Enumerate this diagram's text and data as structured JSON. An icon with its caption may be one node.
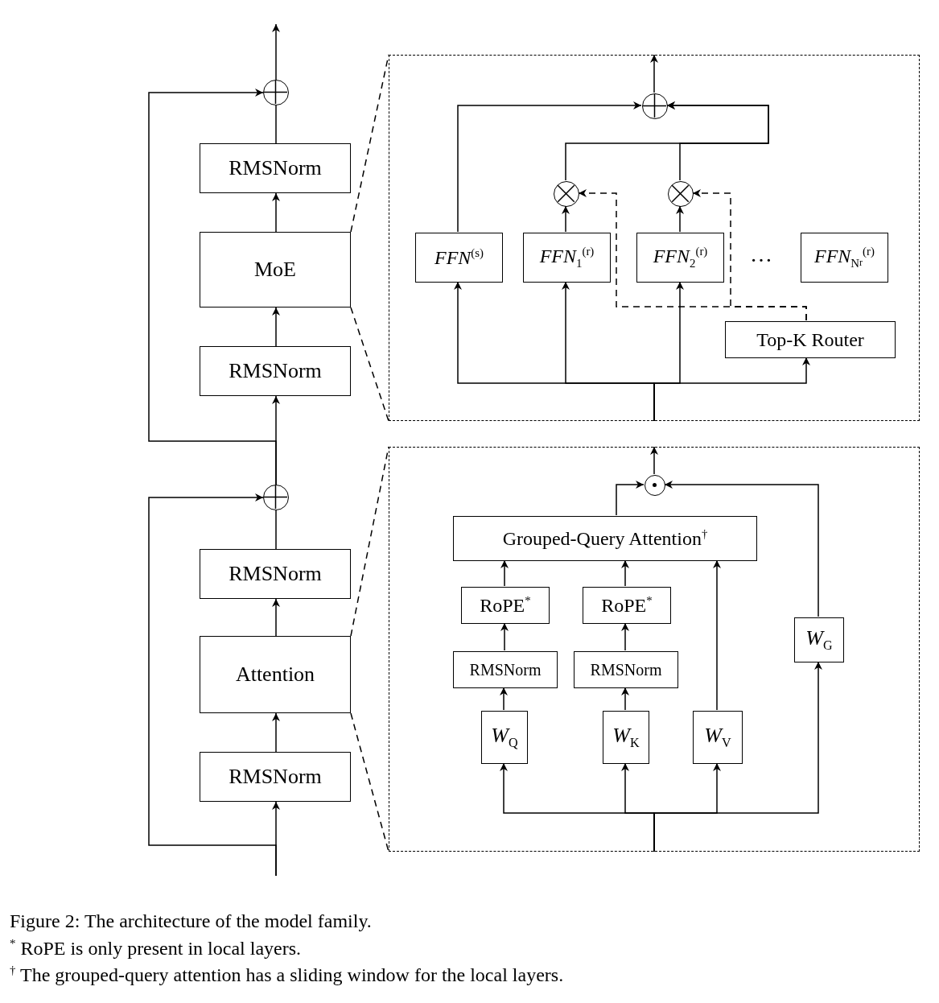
{
  "diagram": {
    "caption": "Figure 2: The architecture of the model family.",
    "nodes": [
      {
        "text": [],
        "shape": "circle"
      },
      {
        "text": [
          "RMSNorm"
        ]
      },
      {
        "text": [
          "MoE"
        ]
      },
      {
        "text": [
          "RMSNorm"
        ]
      },
      {
        "text": [],
        "shape": "circle"
      },
      {
        "text": [
          "RMSNorm"
        ]
      },
      {
        "text": [
          "Attention"
        ]
      },
      {
        "text": [
          "RMSNorm"
        ]
      },
      {
        "text": [],
        "shape": "box"
      },
      {
        "text": [],
        "shape": "circle",
        "in": 8
      },
      {
        "text": [],
        "shape": "circle",
        "in": 8
      },
      {
        "text": [],
        "shape": "circle",
        "in": 8
      },
      {
        "text": [
          "*FFN*$^{(s)}$"
        ],
        "in": 8
      },
      {
        "text": [
          "*FFN*$_{1}$$^{(r)}$"
        ],
        "in": 8
      },
      {
        "text": [
          "*FFN*$_{2}$$^{(r)}$"
        ],
        "in": 8
      },
      {
        "text": [
          "*FFN*$_{N}$$_{r}$$^{(r)}$"
        ],
        "in": 8
      },
      {
        "text": [
          "Top-K Router"
        ],
        "in": 8
      },
      {
        "text": [],
        "shape": "box"
      },
      {
        "text": [],
        "shape": "circle",
        "in": 17
      },
      {
        "text": [
          "Grouped-Query Attention$^{†}$"
        ],
        "in": 17
      },
      {
        "text": [
          "RoPE$^{*}$"
        ],
        "in": 17
      },
      {
        "text": [
          "RoPE$^{*}$"
        ],
        "in": 17
      },
      {
        "text": [
          "RMSNorm"
        ],
        "in": 17
      },
      {
        "text": [
          "RMSNorm"
        ],
        "in": 17
      },
      {
        "text": [
          "*W*$_{Q}$"
        ],
        "in": 17
      },
      {
        "text": [
          "*W*$_{K}$"
        ],
        "in": 17
      },
      {
        "text": [
          "*W*$_{V}$"
        ],
        "in": 17
      },
      {
        "text": [
          "*W*$_{G}$"
        ],
        "in": 17
      }
    ],
    "edges": [
      {
        "from": null,
        "to": 7,
        "arrow": "to"
      },
      {
        "from": null,
        "to": 4,
        "arrow": "to"
      },
      {
        "from": 7,
        "to": 6,
        "arrow": "to"
      },
      {
        "from": 6,
        "to": 5,
        "arrow": "to"
      },
      {
        "from": 5,
        "to": 4,
        "arrow": "none"
      },
      {
        "from": 4,
        "to": 3,
        "arrow": "to"
      },
      {
        "from": 4,
        "to": 0,
        "arrow": "to"
      },
      {
        "from": 3,
        "to": 2,
        "arrow": "to"
      },
      {
        "from": 2,
        "to": 1,
        "arrow": "to"
      },
      {
        "from": 1,
        "to": 0,
        "arrow": "none"
      },
      {
        "from": 0,
        "to": null,
        "arrow": "to"
      },
      {
        "from": 2,
        "to": 8,
        "arrow": "none",
        "style": "dashed"
      },
      {
        "from": 2,
        "to": 8,
        "arrow": "none",
        "style": "dashed"
      },
      {
        "from": null,
        "to": 12,
        "arrow": "to"
      },
      {
        "from": null,
        "to": 13,
        "arrow": "to"
      },
      {
        "from": null,
        "to": 14,
        "arrow": "to"
      },
      {
        "from": null,
        "to": 16,
        "arrow": "to"
      },
      {
        "from": 12,
        "to": 9,
        "arrow": "to"
      },
      {
        "from": 13,
        "to": 10,
        "arrow": "to"
      },
      {
        "from": 14,
        "to": 11,
        "arrow": "to"
      },
      {
        "from": 10,
        "to": 9,
        "arrow": "to"
      },
      {
        "from": 11,
        "to": 9,
        "arrow": "to"
      },
      {
        "from": 16,
        "to": 10,
        "arrow": "to",
        "style": "dashed"
      },
      {
        "from": 16,
        "to": 11,
        "arrow": "to",
        "style": "dashed"
      },
      {
        "from": 9,
        "to": null,
        "arrow": "to"
      },
      {
        "from": null,
        "to": 24,
        "arrow": "to"
      },
      {
        "from": null,
        "to": 25,
        "arrow": "to"
      },
      {
        "from": null,
        "to": 26,
        "arrow": "to"
      },
      {
        "from": null,
        "to": 27,
        "arrow": "to"
      },
      {
        "from": 24,
        "to": 22,
        "arrow": "to"
      },
      {
        "from": 22,
        "to": 20,
        "arrow": "to"
      },
      {
        "from": 20,
        "to": 19,
        "arrow": "to"
      },
      {
        "from": 25,
        "to": 23,
        "arrow": "to"
      },
      {
        "from": 23,
        "to": 21,
        "arrow": "to"
      },
      {
        "from": 21,
        "to": 19,
        "arrow": "to"
      },
      {
        "from": 26,
        "to": 19,
        "arrow": "to"
      },
      {
        "from": 19,
        "to": 18,
        "arrow": "to"
      },
      {
        "from": 27,
        "to": 18,
        "arrow": "to"
      },
      {
        "from": 18,
        "to": null,
        "arrow": "to"
      },
      {
        "from": 6,
        "to": 17,
        "arrow": "none",
        "style": "dashed"
      },
      {
        "from": 6,
        "to": 17,
        "arrow": "none",
        "style": "dashed"
      }
    ],
    "labels": [
      "…",
      "$^{*}$ RoPE is only present in local layers.",
      "$^{†}$ The grouped-query attention has a sliding window for the local layers."
    ]
  }
}
